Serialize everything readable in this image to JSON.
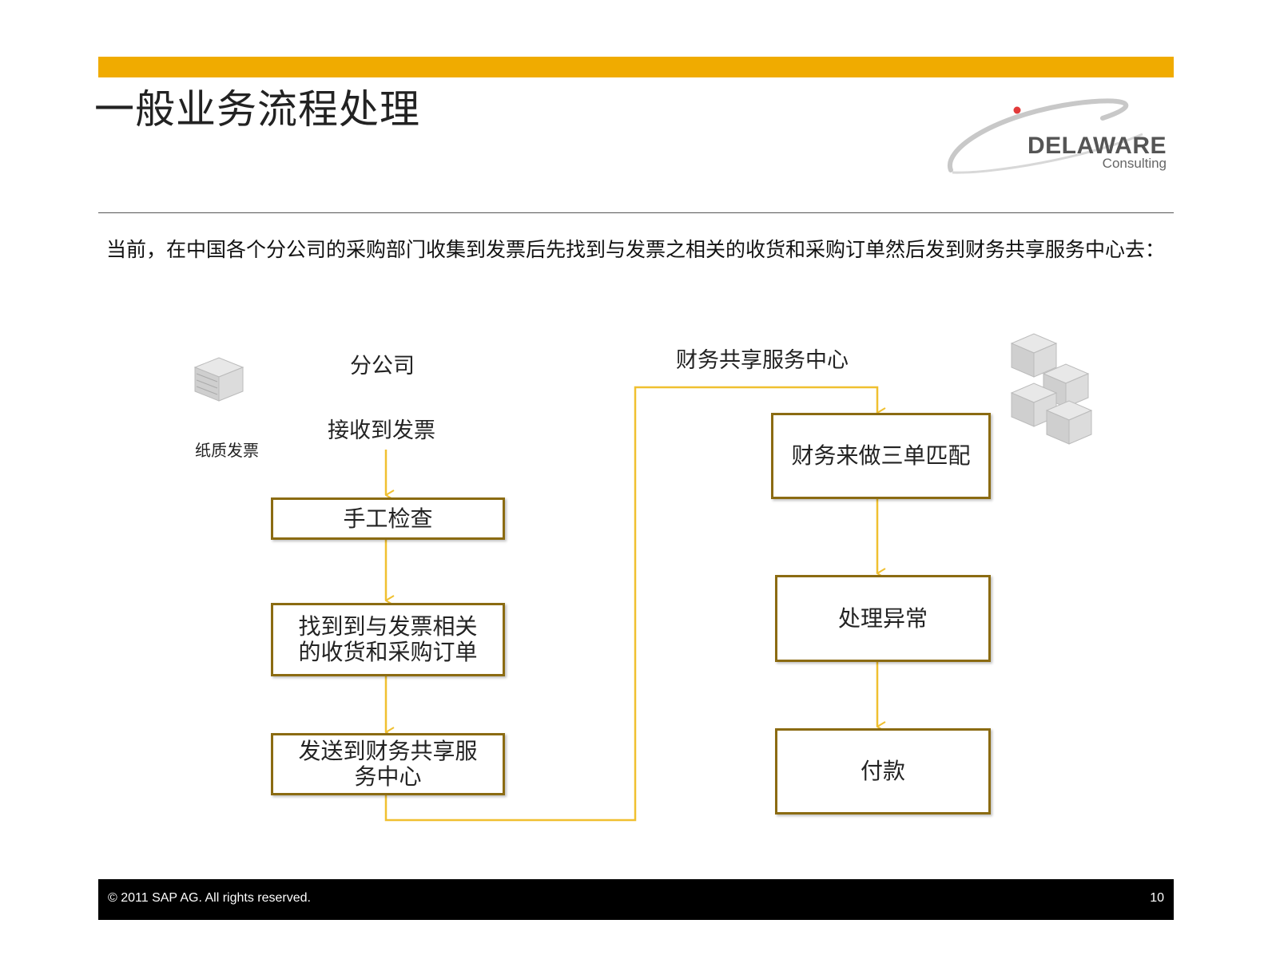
{
  "slide": {
    "title": "一般业务流程处理",
    "intro": "当前，在中国各个分公司的采购部门收集到发票后先找到与发票之相关的收货和采购订单然后发到财务共享服务中心去：",
    "accent_color": "#f0ab00",
    "box_border_color": "#8b6b12",
    "arrow_color": "#f0c030"
  },
  "logo": {
    "name": "DELAWARE",
    "sub": "Consulting"
  },
  "diagram": {
    "paper_label": "纸质发票",
    "branch_header": "分公司",
    "center_header": "财务共享服务中心",
    "receive_label": "接收到发票",
    "branch_steps": [
      {
        "lines": [
          "手工检查"
        ]
      },
      {
        "lines": [
          "找到到与发票相关",
          "的收货和采购订单"
        ]
      },
      {
        "lines": [
          "发送到财务共享服",
          "务中心"
        ]
      }
    ],
    "center_steps": [
      {
        "lines": [
          "财务来做三单匹配"
        ]
      },
      {
        "lines": [
          "处理异常"
        ]
      },
      {
        "lines": [
          "付款"
        ]
      }
    ]
  },
  "footer": {
    "copyright": "© 2011 SAP AG. All rights reserved.",
    "page": "10"
  }
}
